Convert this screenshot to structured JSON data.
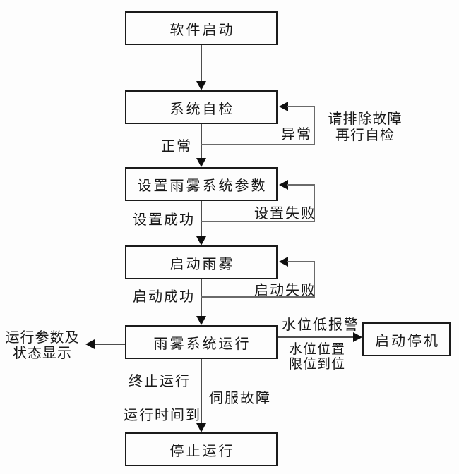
{
  "flowchart": {
    "boxes": [
      {
        "label": "软件启动"
      },
      {
        "label": "系统自检"
      },
      {
        "label": "设置雨雾系统参数"
      },
      {
        "label": "启动雨雾"
      },
      {
        "label": "雨雾系统运行"
      },
      {
        "label": "启动停机"
      },
      {
        "label": "停止运行"
      }
    ],
    "labels": {
      "normal": "正常",
      "abnormal": "异常",
      "fix_note_line1": "请排除故障",
      "fix_note_line2": "再行自检",
      "set_success": "设置成功",
      "set_fail": "设置失败",
      "start_success": "启动成功",
      "start_fail": "启动失败",
      "display_line1": "运行参数及",
      "display_line2": "状态显示",
      "water_low_alarm": "水位低报警",
      "water_pos_line1": "水位位置",
      "water_pos_line2": "限位到位",
      "terminate": "终止运行",
      "servo_fault": "伺服故障",
      "time_up": "运行时间到"
    },
    "colors": {
      "box_border": "#1b1b1b",
      "flow_line": "#4d4d4d",
      "loop_wire": "#6a6a6a",
      "text": "#191919",
      "background": "#fdfdfd"
    }
  }
}
